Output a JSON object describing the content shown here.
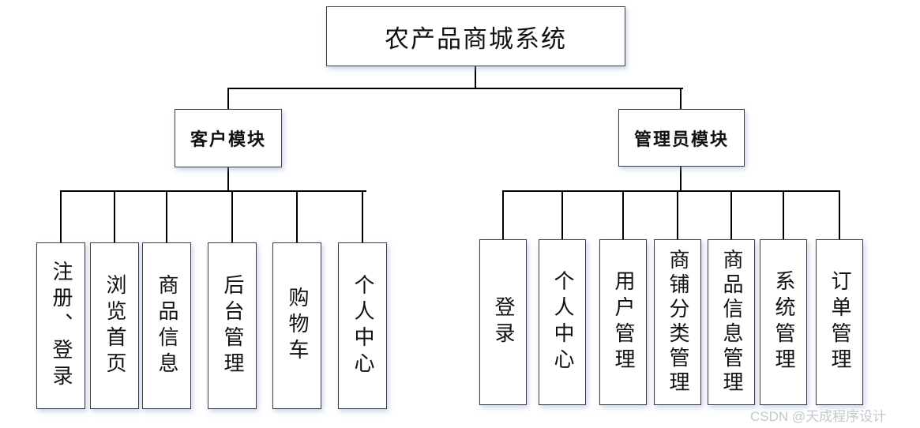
{
  "title": "农产品商城系统",
  "watermark": "CSDN @天成程序设计",
  "modules": [
    {
      "label": "客户模块",
      "children": [
        "注册、登录",
        "浏览首页",
        "商品信息",
        "后台管理",
        "购物车",
        "个人中心"
      ]
    },
    {
      "label": "管理员模块",
      "children": [
        "登录",
        "个人中心",
        "用户管理",
        "商铺分类管理",
        "商品信息管理",
        "系统管理",
        "订单管理"
      ]
    }
  ]
}
